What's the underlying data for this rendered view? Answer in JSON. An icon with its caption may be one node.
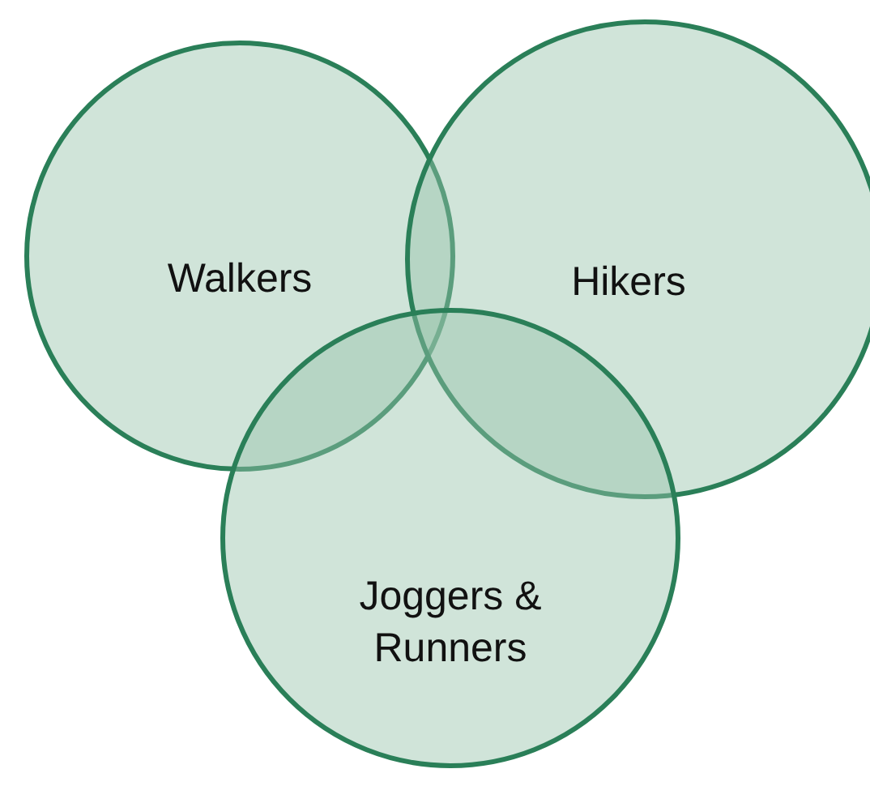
{
  "diagram": {
    "nodes": [
      {
        "text": [
          "Walkers"
        ]
      },
      {
        "text": [
          "Hikers"
        ]
      },
      {
        "text": [
          "Joggers & Runners"
        ]
      }
    ]
  }
}
